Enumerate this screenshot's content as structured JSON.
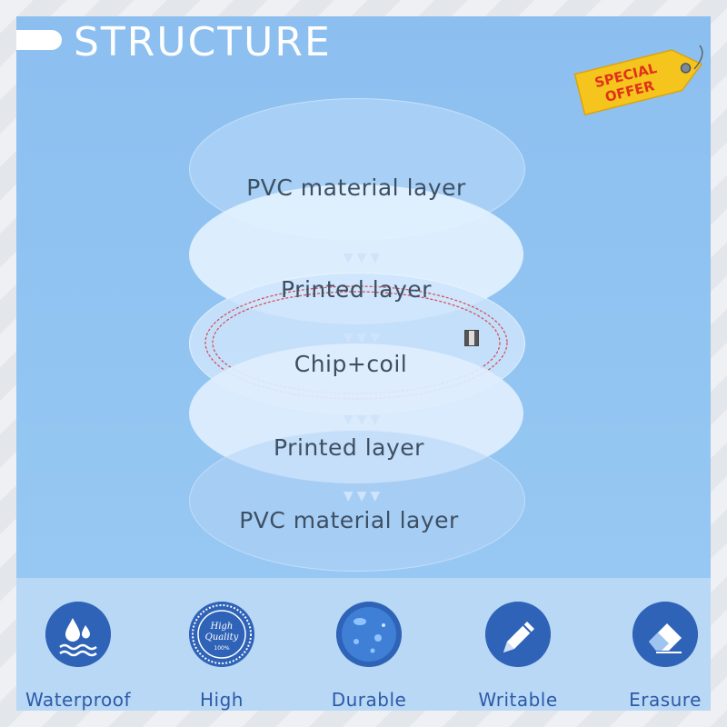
{
  "header": {
    "title": "STRUCTURE"
  },
  "badge": {
    "line1": "SPECIAL",
    "line2": "OFFER"
  },
  "layers": [
    {
      "label": "PVC material layer"
    },
    {
      "label": "Printed layer"
    },
    {
      "label": "Chip+coil"
    },
    {
      "label": "Printed layer"
    },
    {
      "label": "PVC material layer"
    }
  ],
  "features": [
    {
      "label": "Waterproof",
      "icon": "water-drops-icon"
    },
    {
      "label": "High Quality",
      "icon": "quality-seal-icon",
      "seal_line1": "High",
      "seal_line2": "Quality",
      "seal_line3": "100%"
    },
    {
      "label": "Durable",
      "icon": "sphere-icon"
    },
    {
      "label": "Writable",
      "icon": "pencil-icon"
    },
    {
      "label": "Erasure",
      "icon": "eraser-icon"
    }
  ],
  "colors": {
    "background": "#8cbff0",
    "accent": "#2f63b8",
    "badge_fill": "#f6c51d",
    "badge_text": "#e0321b"
  }
}
